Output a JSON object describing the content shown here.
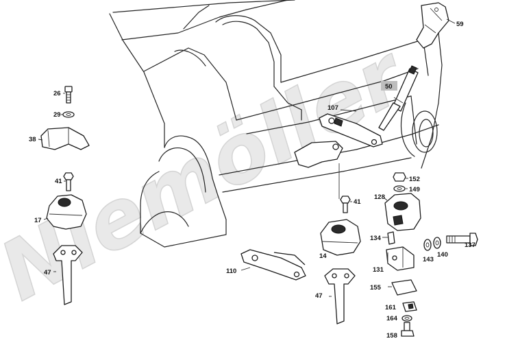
{
  "diagram": {
    "watermark": "Niemöller",
    "highlight_color": "#bdbdbd",
    "part_numbers": {
      "p26": "26",
      "p29": "29",
      "p38": "38",
      "p41a": "41",
      "p17": "17",
      "p47a": "47",
      "p59": "59",
      "p50": "50",
      "p107": "107",
      "p152": "152",
      "p149": "149",
      "p128": "128",
      "p41b": "41",
      "p14": "14",
      "p134": "134",
      "p137": "137",
      "p143": "143",
      "p140": "140",
      "p110": "110",
      "p131": "131",
      "p47b": "47",
      "p155": "155",
      "p161": "161",
      "p164": "164",
      "p158": "158"
    }
  }
}
